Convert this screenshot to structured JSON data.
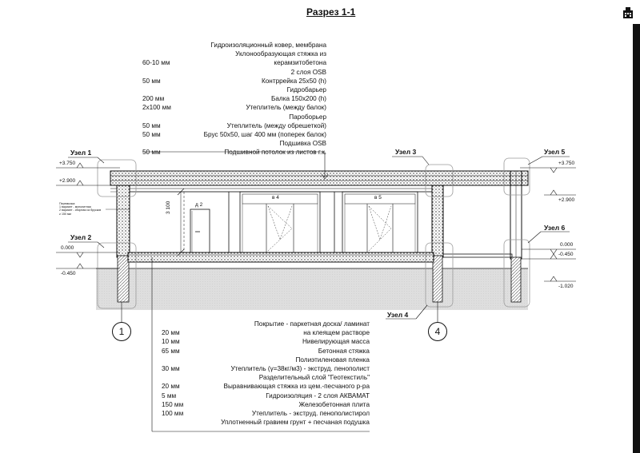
{
  "title": "Разрез 1-1",
  "roof_layers": [
    {
      "thickness": "",
      "name": "Гидроизоляционный ковер, мембрана"
    },
    {
      "thickness": "",
      "name": "Уклонообразующая стяжка из"
    },
    {
      "thickness": "60-10 мм",
      "name": "керамзитобетона"
    },
    {
      "thickness": "",
      "name": "2 слоя OSB"
    },
    {
      "thickness": "50 мм",
      "name": "Контррейка 25х50 (h)"
    },
    {
      "thickness": "",
      "name": "Гидробарьер"
    },
    {
      "thickness": "200 мм",
      "name": "Балка 150х200 (h)"
    },
    {
      "thickness": "2х100 мм",
      "name": "Утеплитель (между балок)"
    },
    {
      "thickness": "",
      "name": "Пароборьер"
    },
    {
      "thickness": "50 мм",
      "name": "Утеплитель (между обрешеткой)"
    },
    {
      "thickness": "50 мм",
      "name": "Брус 50х50, шаг 400 мм (поперек балок)"
    },
    {
      "thickness": "",
      "name": "Подшивка OSB"
    },
    {
      "thickness": "50 мм",
      "name": "Подшивной потолок из листов г.к."
    }
  ],
  "floor_layers": [
    {
      "thickness": "",
      "name": "Покрытие - паркетная доска/ ламинат"
    },
    {
      "thickness": "20 мм",
      "name": "на клеящем растворе"
    },
    {
      "thickness": "10 мм",
      "name": "Нивелирующая масса"
    },
    {
      "thickness": "65 мм",
      "name": "Бетонная стяжка"
    },
    {
      "thickness": "",
      "name": "Полиэтиленовая пленка"
    },
    {
      "thickness": "30 мм",
      "name": "Утеплитель (γ=38кг/м3) - экструд. пенополист"
    },
    {
      "thickness": "",
      "name": "Разделительный слой \"Геотекстиль\""
    },
    {
      "thickness": "20 мм",
      "name": "Выравнивающая стяжка из цем.-песчаного р-ра"
    },
    {
      "thickness": "5 мм",
      "name": "Гидроизоляция - 2 слоя АКВАМАТ"
    },
    {
      "thickness": "150 мм",
      "name": "Железобетонная плита"
    },
    {
      "thickness": "100 мм",
      "name": "Утеплитель - экструд. пенополистирол"
    },
    {
      "thickness": "",
      "name": "Уплотненный гравием грунт + песчаная подушка"
    }
  ],
  "nodes": {
    "n1": "Узел 1",
    "n2": "Узел 2",
    "n3": "Узел 3",
    "n4": "Узел 4",
    "n5": "Узел 5",
    "n6": "Узел 6"
  },
  "levels": {
    "left_top": "+3.750",
    "left_mid": "+2.900",
    "left_zero": "0.000",
    "left_low": "-0.450",
    "right_top": "+3.750",
    "right_mid": "+2.900",
    "right_zero": "0.000",
    "right_low": "-0.450",
    "right_bottom": "-1.020"
  },
  "axes": {
    "a1": "1",
    "a4": "4"
  },
  "labels": {
    "door": "д 2",
    "window1": "в 4",
    "window2": "в 5",
    "height_dim": "3 100",
    "note_line1": "Перемычка:",
    "note_line2": "1 вариант - монолитная",
    "note_line3": "2 вариант - сборная из брусков",
    "note_line4": "≥ 150 мм"
  },
  "colors": {
    "line": "#111111",
    "hatch": "#555555",
    "ground": "#d9d9d9",
    "guide": "#9a9a9a"
  }
}
